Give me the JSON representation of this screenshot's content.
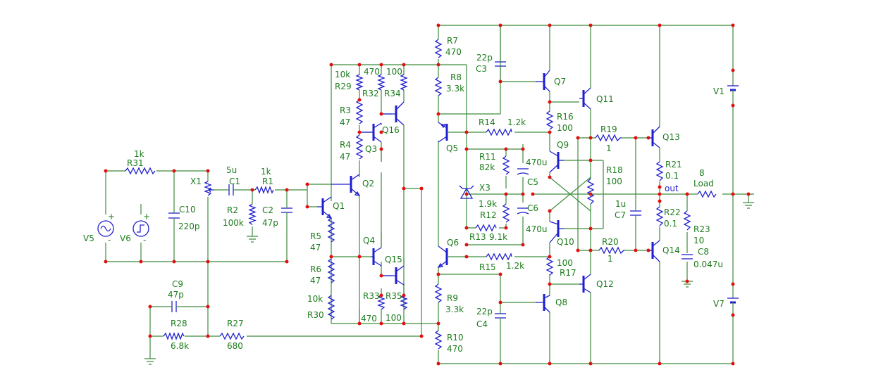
{
  "labels": {
    "R31": "R31",
    "R31_val": "1k",
    "X1": "X1",
    "C1": "C1",
    "C1_val": "5u",
    "R1": "R1",
    "R1_val": "1k",
    "R2": "R2",
    "R2_val": "100k",
    "C2": "C2",
    "C2_val": "47p",
    "C10": "C10",
    "C10_val": "220p",
    "V5": "V5",
    "V6": "V6",
    "C9": "C9",
    "C9_val": "47p",
    "R28": "R28",
    "R28_val": "6.8k",
    "R27": "R27",
    "R27_val": "680",
    "Q1": "Q1",
    "Q2": "Q2",
    "Q3": "Q3",
    "Q4": "Q4",
    "Q15": "Q15",
    "Q16": "Q16",
    "R29": "R29",
    "R29_val": "10k",
    "R32": "R32",
    "R32_val": "470",
    "R34": "R34",
    "R34_val": "100",
    "R3": "R3",
    "R3_val": "47",
    "R4": "R4",
    "R4_val": "47",
    "R5": "R5",
    "R5_val": "47",
    "R6": "R6",
    "R6_val": "47",
    "R30": "R30",
    "R30_val": "10k",
    "R33": "R33",
    "R33_val": "470",
    "R35": "R35",
    "R35_val": "100",
    "R7": "R7",
    "R7_val": "470",
    "R8": "R8",
    "R8_val": "3.3k",
    "R9": "R9",
    "R9_val": "3.3k",
    "R10": "R10",
    "R10_val": "470",
    "Q5": "Q5",
    "Q6": "Q6",
    "C3": "C3",
    "C3_val": "22p",
    "C4": "C4",
    "C4_val": "22p",
    "R14": "R14",
    "R14_val": "1.2k",
    "R15": "R15",
    "R15_val": "1.2k",
    "R11": "R11",
    "R11_val": "82k",
    "R12": "R12",
    "R12_val": "1.9k",
    "R13": "R13",
    "R13_val": "9.1k",
    "X3": "X3",
    "C5": "C5",
    "C5_val": "470u",
    "C6": "C6",
    "C6_val": "470u",
    "Q7": "Q7",
    "Q8": "Q8",
    "Q9": "Q9",
    "Q10": "Q10",
    "Q11": "Q11",
    "Q12": "Q12",
    "Q13": "Q13",
    "Q14": "Q14",
    "R16": "R16",
    "R16_val": "100",
    "R17": "R17",
    "R17_val": "100",
    "R18": "R18",
    "R18_val": "100",
    "R19": "R19",
    "R19_val": "1",
    "R20": "R20",
    "R20_val": "1",
    "R21": "R21",
    "R21_val": "0.1",
    "R22": "R22",
    "R22_val": "0.1",
    "R23": "R23",
    "R23_val": "10",
    "C7": "C7",
    "C7_val": "1u",
    "C8": "C8",
    "C8_val": "0.047u",
    "Load": "Load",
    "Load_val": "8",
    "out": "out",
    "V1": "V1",
    "V7": "V7"
  },
  "colors": {
    "wire": "#3c8c3c",
    "component": "#1f1fd0",
    "node": "#e01010",
    "label": "#1c7c1c"
  }
}
